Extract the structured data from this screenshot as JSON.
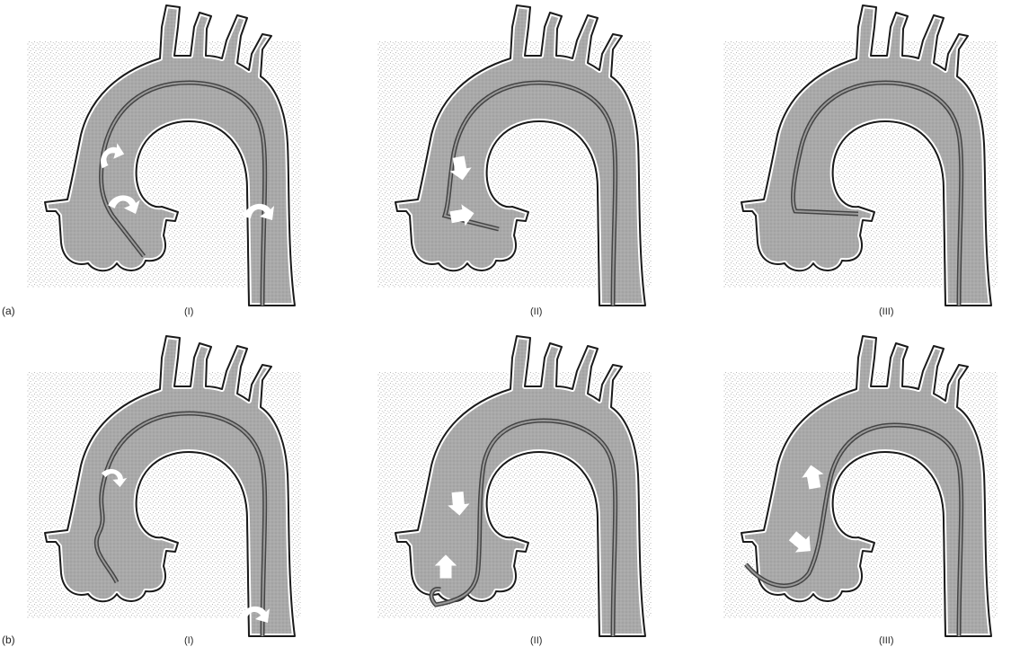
{
  "figure": {
    "rows": [
      {
        "label": "(a)",
        "panels": [
          {
            "label": "(I)",
            "catheter": "a1"
          },
          {
            "label": "(II)",
            "catheter": "a2"
          },
          {
            "label": "(III)",
            "catheter": "a3"
          }
        ]
      },
      {
        "label": "(b)",
        "panels": [
          {
            "label": "(I)",
            "catheter": "b1"
          },
          {
            "label": "(II)",
            "catheter": "b2"
          },
          {
            "label": "(III)",
            "catheter": "b3"
          }
        ]
      }
    ],
    "colors": {
      "aorta_fill": "#a9a9a9",
      "outline": "#1a1a1a",
      "background_stipple": "#9a9a9a",
      "catheter": "#444444",
      "arrow": "#ffffff"
    }
  }
}
